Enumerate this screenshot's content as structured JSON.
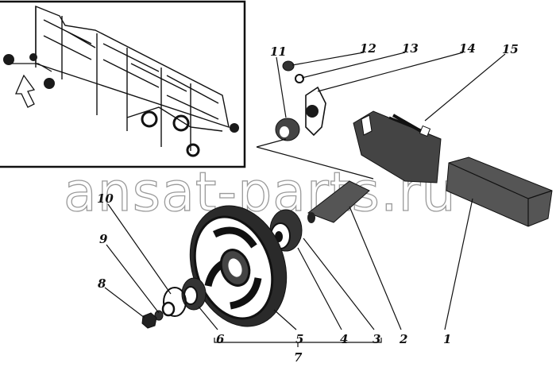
{
  "watermark": "ansat-parts.ru",
  "inset": {
    "title": "harvester-sieve-assembly-location"
  },
  "callouts": {
    "c1": "1",
    "c2": "2",
    "c3": "3",
    "c4": "4",
    "c5": "5",
    "c6": "6",
    "c7": "7",
    "c8": "8",
    "c9": "9",
    "c10": "10",
    "c11": "11",
    "c12": "12",
    "c13": "13",
    "c14": "14",
    "c15": "15"
  }
}
